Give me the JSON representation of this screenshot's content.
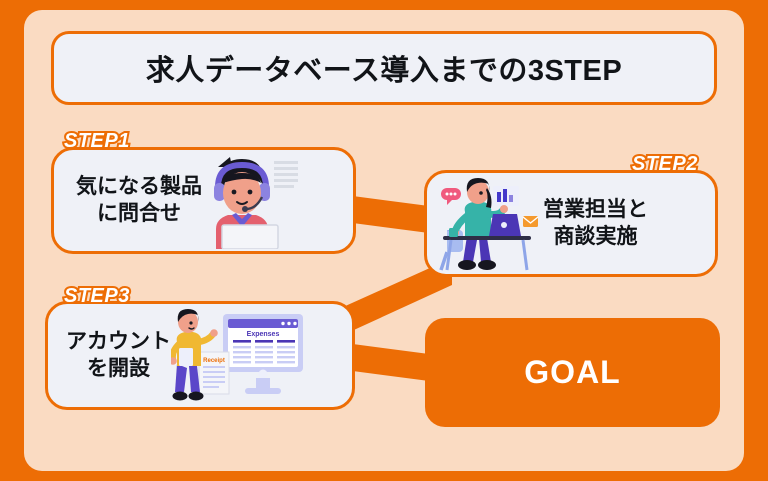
{
  "title": {
    "text": "求人データベース導入までの3STEP"
  },
  "colors": {
    "frame_orange": "#ED6D05",
    "panel_peach": "#FADBC2",
    "card_bg": "#EFF1F7",
    "card_border": "#ED6D05",
    "text_dark": "#111418",
    "goal_bg": "#ED6D05",
    "goal_text": "#FFFFFF"
  },
  "steps": [
    {
      "badge": "STEP1",
      "label": "気になる製品\nに問合せ",
      "art": "support-agent-headset-illustration"
    },
    {
      "badge": "STEP2",
      "label": "営業担当と\n商談実施",
      "art": "person-at-desk-laptop-illustration"
    },
    {
      "badge": "STEP3",
      "label": "アカウント\nを開設",
      "art": "person-with-monitor-expenses-illustration"
    }
  ],
  "step3_art_text": {
    "screen_header": "Expenses",
    "paper_label": "Receipt"
  },
  "goal": {
    "label": "GOAL"
  }
}
